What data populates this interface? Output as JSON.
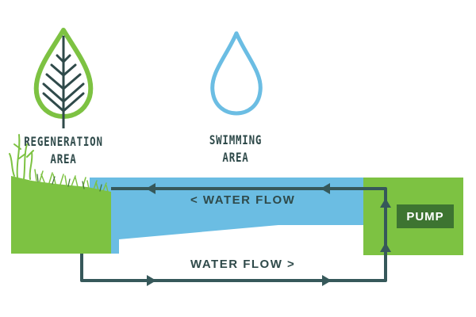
{
  "regeneration_area": {
    "label_line1": "REGENERATION",
    "label_line2": "AREA"
  },
  "swimming_area": {
    "label_line1": "SWIMMING",
    "label_line2": "AREA"
  },
  "flows": {
    "top": "< WATER FLOW",
    "bottom": "WATER FLOW >"
  },
  "pump": {
    "label": "PUMP"
  },
  "colors": {
    "green": "#7dc242",
    "dark_green": "#3d7431",
    "water": "#6bbde3",
    "pipe": "#36585a",
    "text": "#2f4a4a"
  },
  "icons": {
    "regeneration": "tree-leaf-icon",
    "swimming": "water-drop-icon",
    "plants": "grass-icon"
  }
}
